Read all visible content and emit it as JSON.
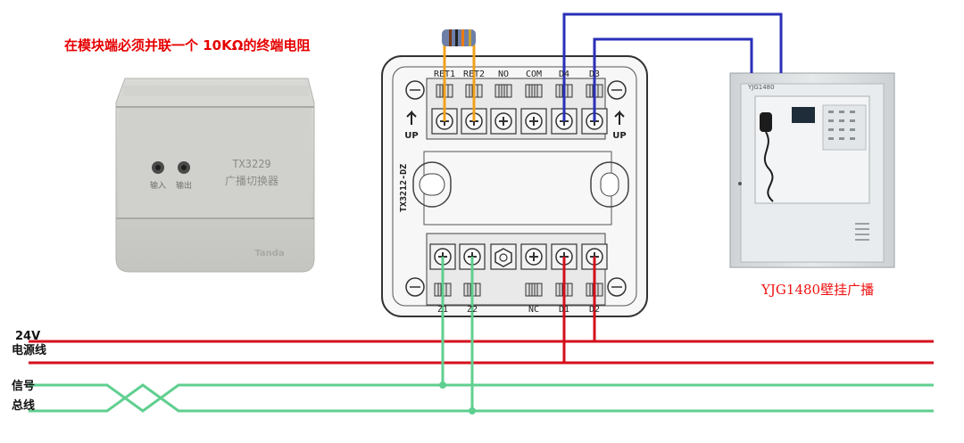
{
  "note": "在模块端必须并联一个 10KΩ的终端电阻",
  "module": {
    "model": "TX3229",
    "name": "广播切换器",
    "brand": "Tanda",
    "port_in": "输入",
    "port_out": "输出"
  },
  "base": {
    "model": "TX3212-DZ",
    "up": "UP",
    "top_terminals": [
      "RET1",
      "RET2",
      "NO",
      "COM",
      "D4",
      "D3"
    ],
    "bottom_terminals": [
      "Z1",
      "Z2",
      "NC",
      "D1",
      "D2"
    ]
  },
  "cabinet": {
    "label": "YJG1480壁挂广播",
    "badge": "YJG1480"
  },
  "lines": {
    "power_voltage": "24V",
    "power_name": "电源线",
    "signal_line1": "信号",
    "signal_line2": "总线"
  },
  "colors": {
    "red": "#d40f1c",
    "green": "#5fcf8f",
    "blue": "#2a2fb8",
    "orange": "#f2a21a"
  }
}
